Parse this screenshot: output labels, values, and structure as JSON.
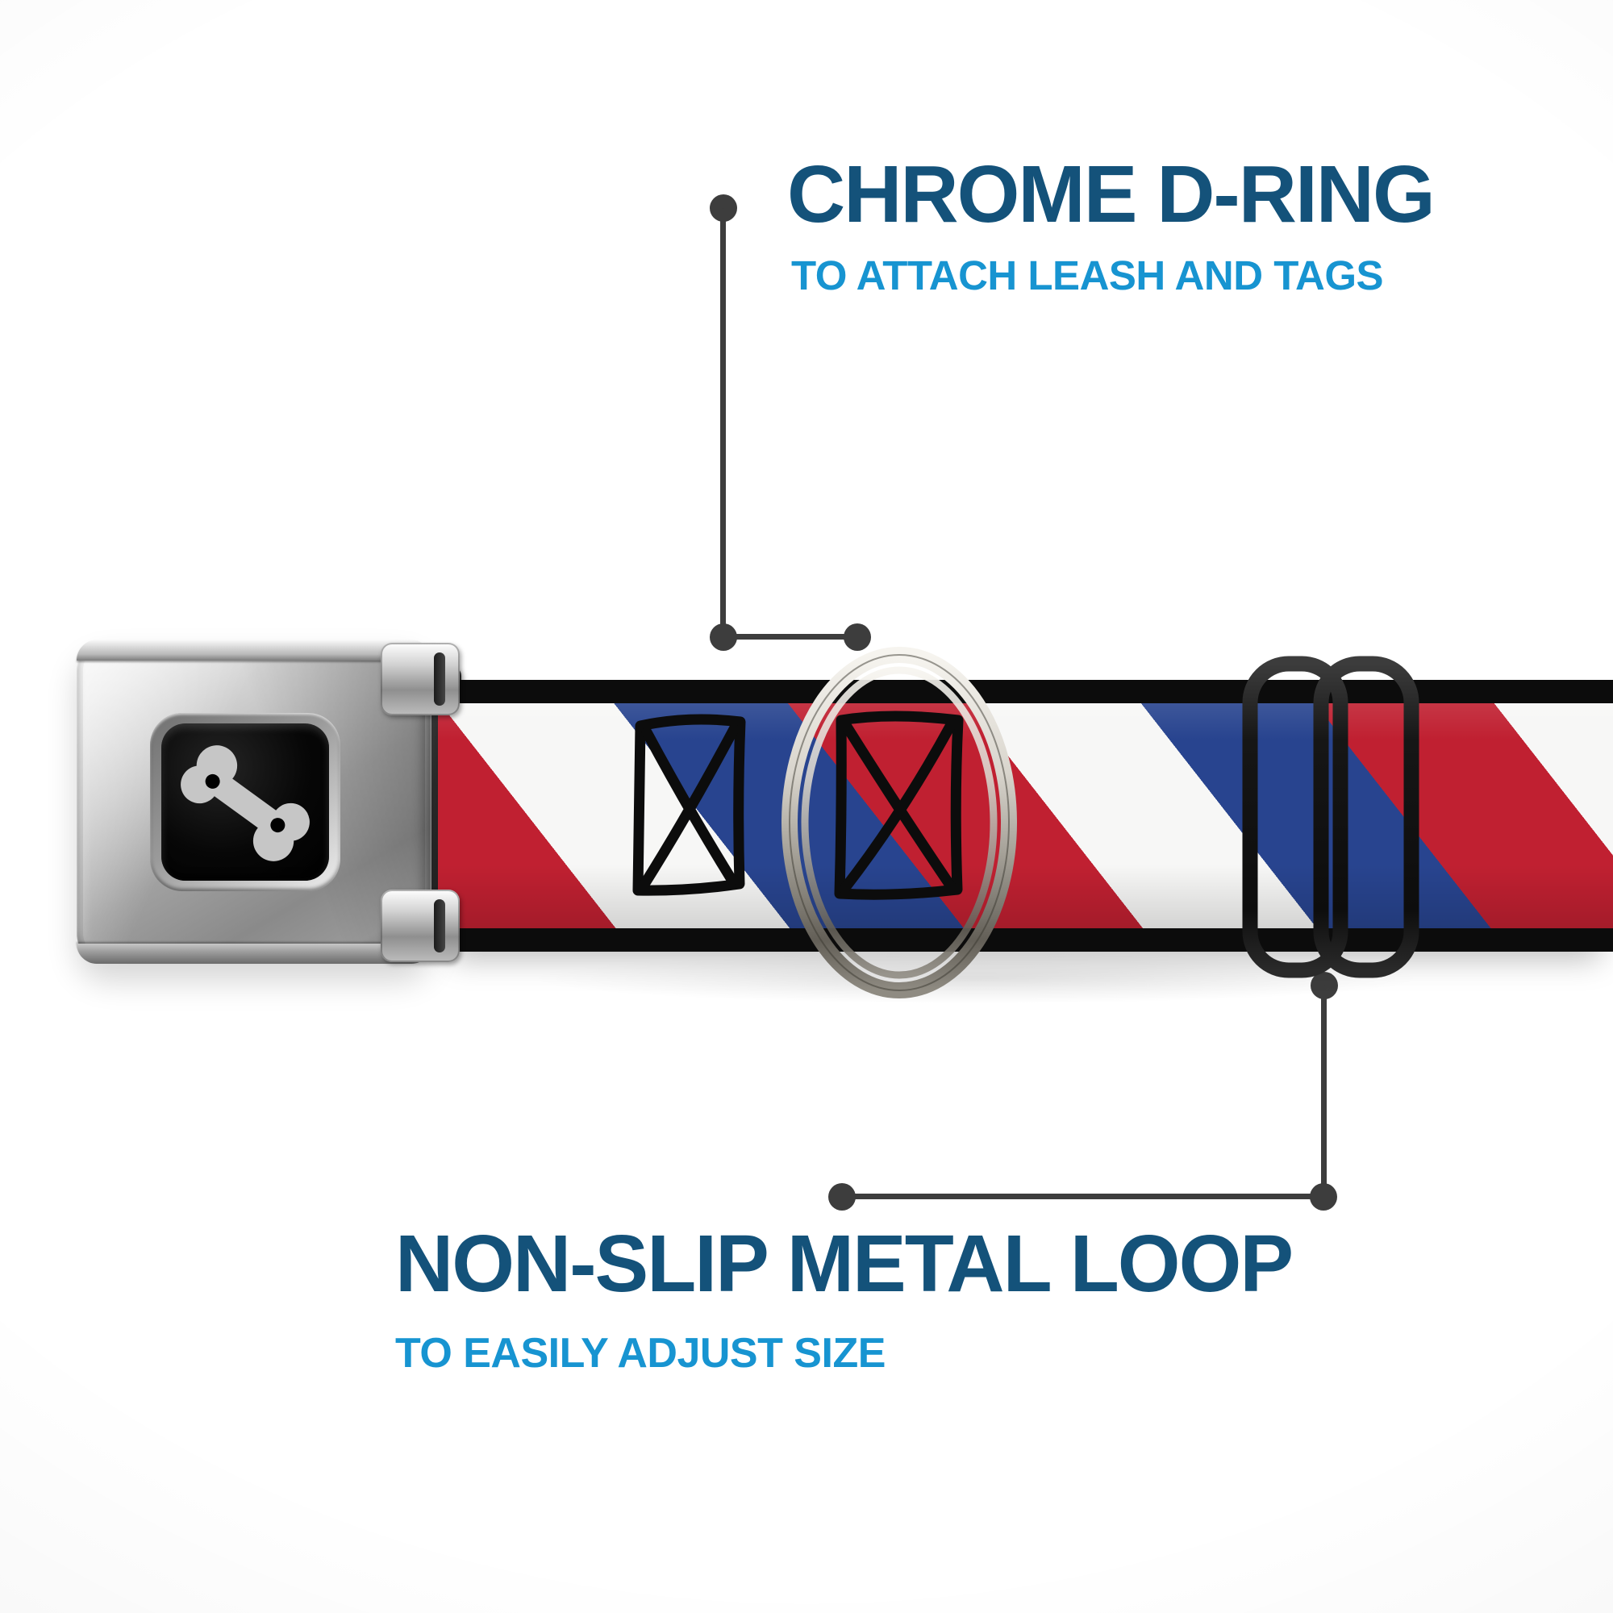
{
  "callouts": [
    {
      "id": "d-ring",
      "title": "CHROME D-RING",
      "subtitle": "TO ATTACH LEASH AND TAGS",
      "points_to": "chrome-d-ring"
    },
    {
      "id": "metal-loop",
      "title": "NON-SLIP METAL LOOP",
      "subtitle": "TO EASILY ADJUST SIZE",
      "points_to": "non-slip-metal-loop"
    }
  ],
  "colors": {
    "title": "#14527a",
    "subtitle": "#1794d1",
    "callout_line": "#3d3d3d",
    "strap_red": "#c02031",
    "strap_white": "#f7f7f6",
    "strap_blue": "#28448f",
    "strap_edge_black": "#0c0c0c",
    "metal_chrome_light": "#f1efe9",
    "metal_chrome_dark": "#615d55",
    "slider_black": "#131313",
    "buckle_silver": "#c9c9c9",
    "logo_bone_gray": "#c6c6c6",
    "logo_background": "#000000",
    "background": "#ffffff"
  },
  "icons": [
    {
      "name": "dog-bone-icon",
      "meaning": "dog bone logo on buckle center"
    }
  ],
  "parts": [
    {
      "name": "seatbelt-buckle"
    },
    {
      "name": "striped-collar-strap"
    },
    {
      "name": "chrome-d-ring"
    },
    {
      "name": "non-slip-metal-loop"
    }
  ]
}
